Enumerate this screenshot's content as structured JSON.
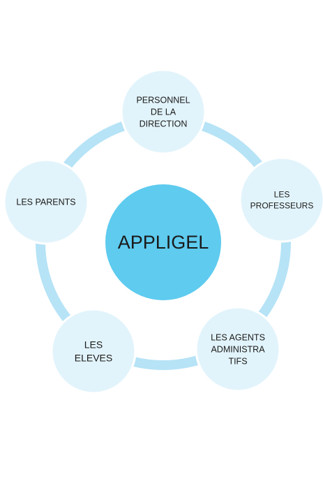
{
  "diagram": {
    "center": {
      "label": "APPLIGEL",
      "fill": "#5ecbef"
    },
    "ring_color": "#b6e3f6",
    "satellite_fill": "#e2f4fb",
    "satellite_stroke": "#ffffff",
    "nodes": [
      {
        "id": "direction",
        "lines": [
          "PERSONNEL",
          "DE LA",
          "DIRECTION"
        ]
      },
      {
        "id": "professeurs",
        "lines": [
          "LES",
          "PROFESSEURS"
        ]
      },
      {
        "id": "agents",
        "lines": [
          "LES AGENTS",
          "ADMINISTRA",
          "TIFS"
        ]
      },
      {
        "id": "eleves",
        "lines": [
          "LES",
          "ELEVES"
        ]
      },
      {
        "id": "parents",
        "lines": [
          "LES PARENTS"
        ]
      }
    ]
  }
}
